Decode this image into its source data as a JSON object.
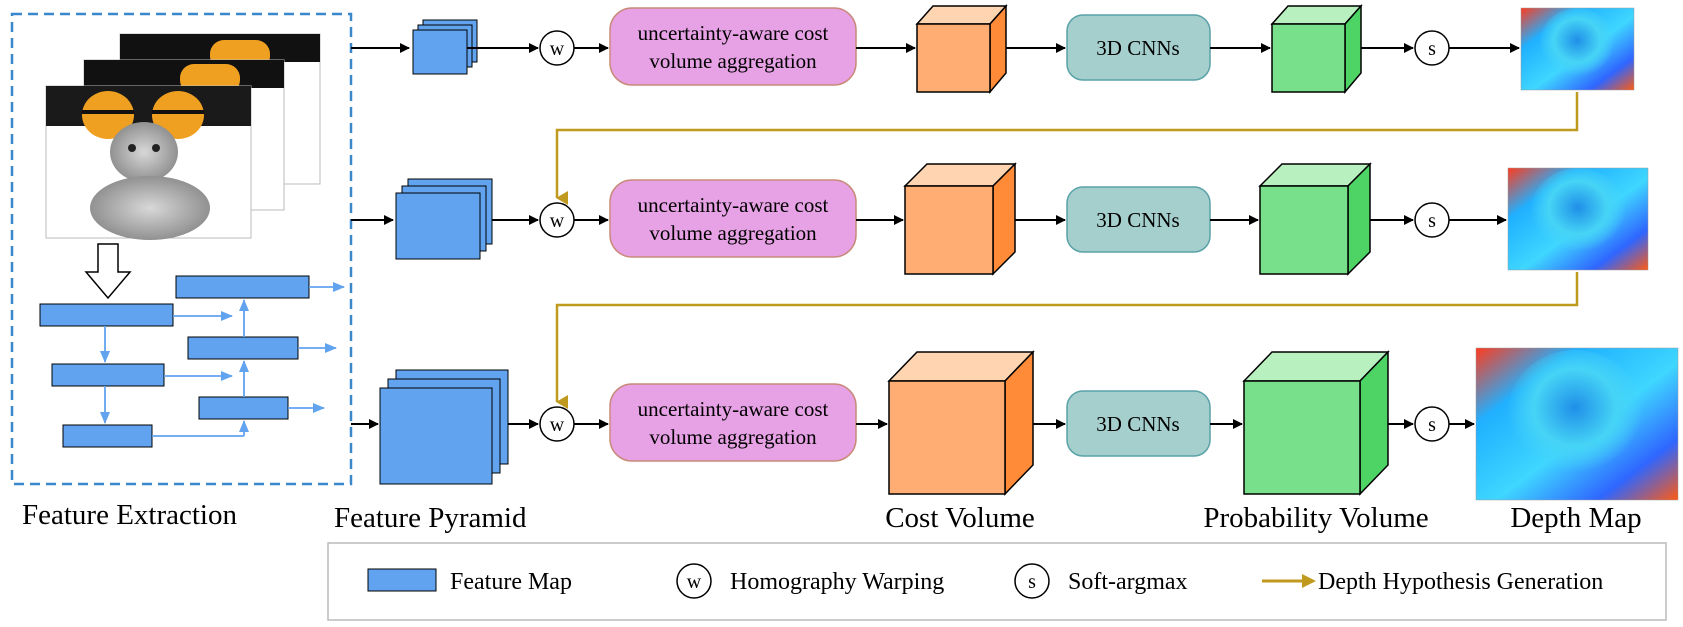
{
  "captions": {
    "feature_extraction": "Feature Extraction",
    "feature_pyramid": "Feature Pyramid",
    "cost_volume": "Cost Volume",
    "probability_volume": "Probability Volume",
    "depth_map": "Depth Map"
  },
  "stages": [
    {
      "aggregation_line1": "uncertainty-aware cost",
      "aggregation_line2": "volume aggregation",
      "cnn": "3D CNNs",
      "warp_symbol": "w",
      "softmax_symbol": "s"
    },
    {
      "aggregation_line1": "uncertainty-aware cost",
      "aggregation_line2": "volume aggregation",
      "cnn": "3D CNNs",
      "warp_symbol": "w",
      "softmax_symbol": "s"
    },
    {
      "aggregation_line1": "uncertainty-aware cost",
      "aggregation_line2": "volume aggregation",
      "cnn": "3D CNNs",
      "warp_symbol": "w",
      "softmax_symbol": "s"
    }
  ],
  "legend": {
    "feature_map": "Feature Map",
    "warp_symbol": "w",
    "homography_warping": "Homography Warping",
    "softmax_symbol": "s",
    "soft_argmax": "Soft-argmax",
    "depth_hypothesis": "Depth Hypothesis Generation"
  },
  "colors": {
    "feature_blue": "#62a3ef",
    "aggregation_pink": "#e7a1e5",
    "aggregation_border": "#c98a7a",
    "cnn_teal": "#a5cfcc",
    "cost_orange": "#ffad72",
    "probability_green": "#78df8a",
    "hypothesis_gold": "#c09a1e",
    "extraction_border": "#3a88cc"
  }
}
